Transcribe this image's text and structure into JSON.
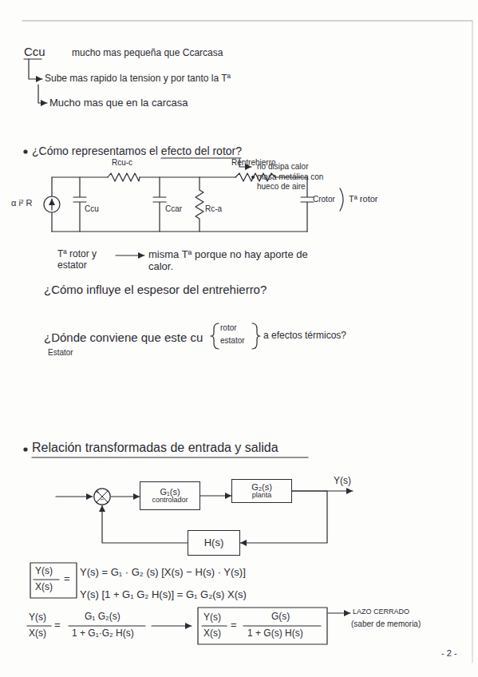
{
  "diagram": {
    "nodes": [
      {
        "text": [
          "+",
          "−"
        ]
      },
      {
        "text": [
          "G₁(s)",
          "controlador"
        ]
      },
      {
        "text": [
          "G₂(s)",
          "planta"
        ]
      },
      {
        "text": [
          "H(s)"
        ]
      }
    ],
    "edges": [
      {
        "from": 0,
        "to": 1,
        "arrow": "to"
      },
      {
        "from": 1,
        "to": 2,
        "arrow": "to"
      },
      {
        "from": 2,
        "to": 3,
        "arrow": "to"
      },
      {
        "from": 3,
        "to": 0,
        "arrow": "to"
      }
    ],
    "labels": [
      "Ccu",
      "mucho mas pequeña que Ccarcasa",
      "Sube mas rapido la tension y por tanto la Tª",
      "Mucho mas que en la carcasa",
      "¿Cómo representamos el efecto del rotor?",
      "no disipa calor",
      "masa metálica con hueco de aire",
      "α i² R",
      "Rcu-c",
      "Ccu",
      "Ccar",
      "Rc-a",
      "Rentrehierro",
      "Crotor",
      "Tª rotor",
      "Tª rotor y estator",
      "misma Tª porque no hay aporte de calor.",
      "¿Cómo influye el espesor del entrehierro?",
      "¿Dónde conviene que este cu",
      "rotor",
      "estator",
      "a efectos térmicos?",
      "Estator",
      "Relación transformadas de entrada y salida",
      "Y(s)",
      "Y(s)",
      "X(s)",
      "=",
      "Y(s) = G₁ · G₂ (s) [X(s) − H(s) · Y(s)]",
      "Y(s) [1 + G₁ G₂ H(s)] = G₁ G₂(s) X(s)",
      "Y(s)",
      "X(s)",
      "=",
      "G₁ G₂(s)",
      "1 + G₁·G₂ H(s)",
      "Y(s)",
      "X(s)",
      "=",
      "G(s)",
      "1 + G(s) H(s)",
      "LAZO CERRADO",
      "(saber de memoria)",
      "- 2 -"
    ]
  }
}
